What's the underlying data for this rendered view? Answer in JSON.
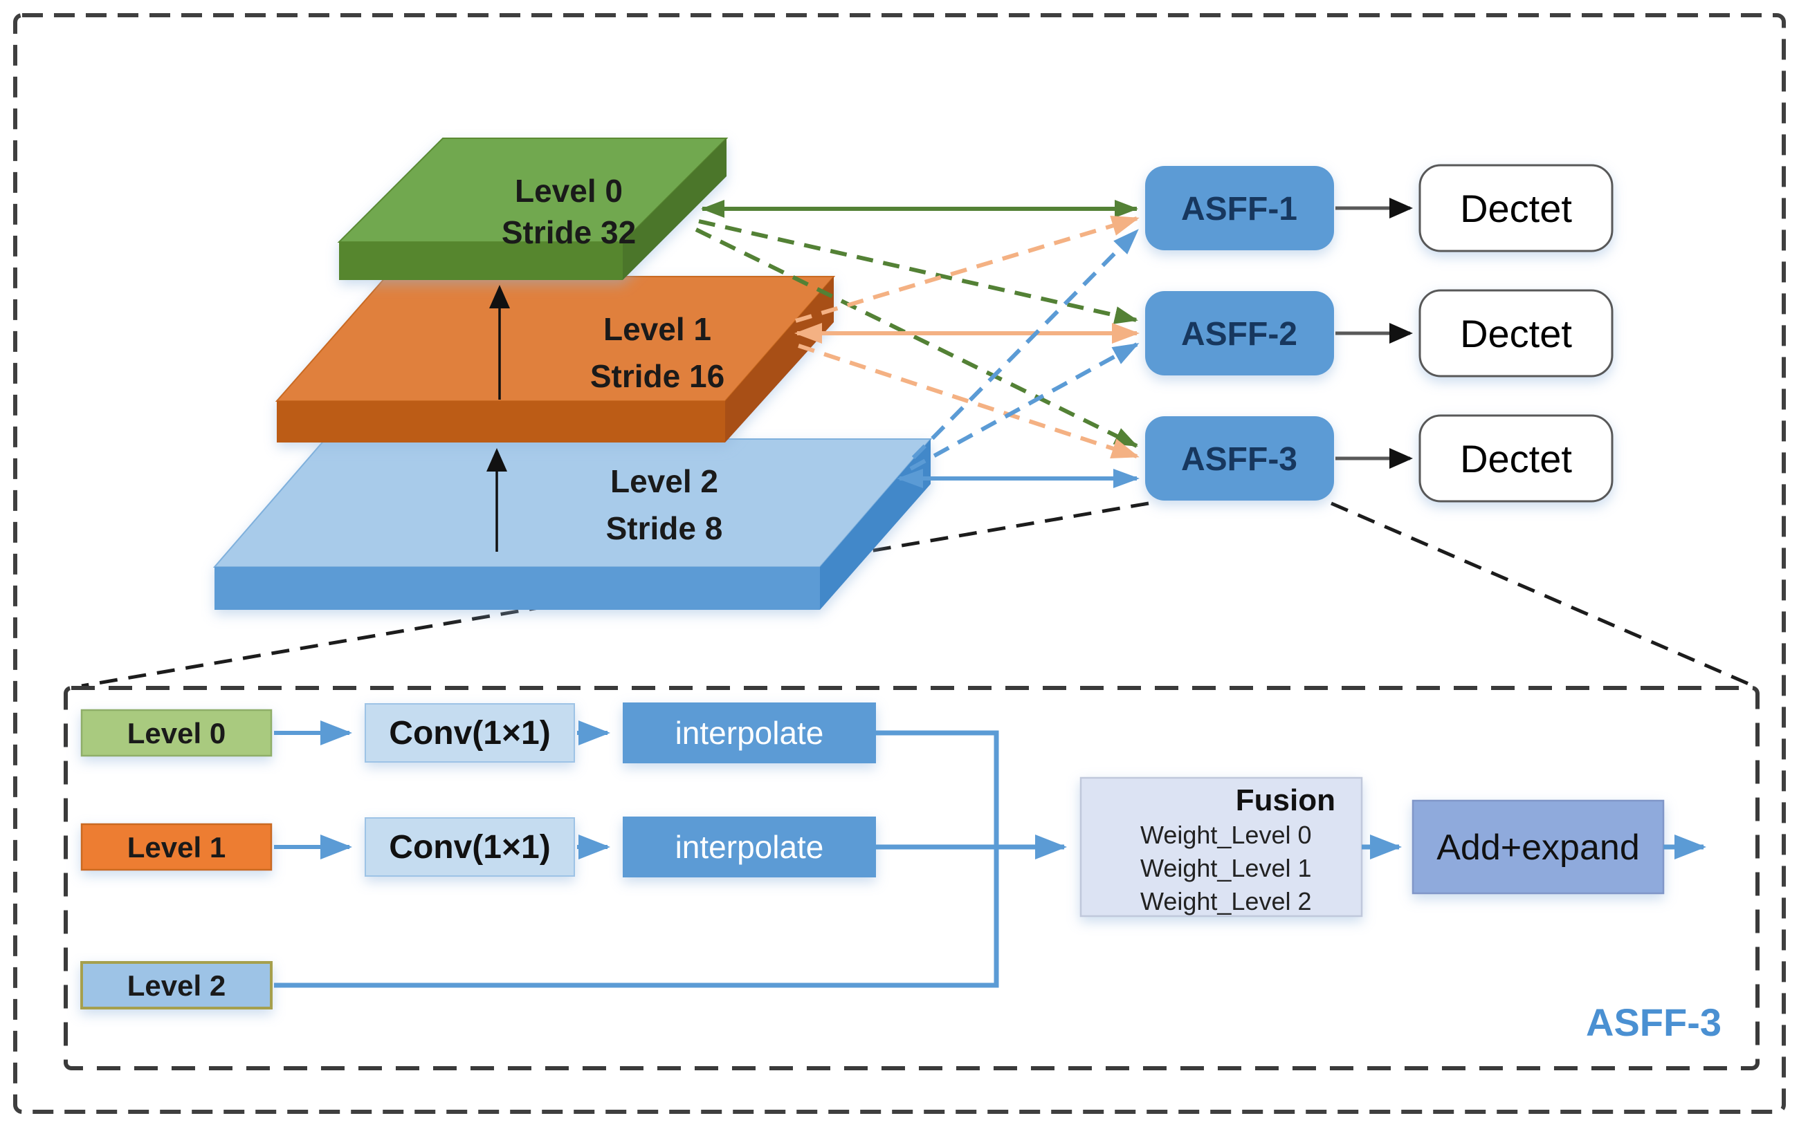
{
  "pyramid": {
    "levels": [
      {
        "label": "Level 0",
        "stride": "Stride 32",
        "color": "#71A850"
      },
      {
        "label": "Level 1",
        "stride": "Stride 16",
        "color": "#E0803C"
      },
      {
        "label": "Level 2",
        "stride": "Stride 8",
        "color": "#A8CBEA"
      }
    ]
  },
  "asff": {
    "items": [
      {
        "label": "ASFF-1"
      },
      {
        "label": "ASFF-2"
      },
      {
        "label": "ASFF-3"
      }
    ],
    "box_color": "#5B9BD5"
  },
  "detect": {
    "items": [
      "Dectet",
      "Dectet",
      "Dectet"
    ]
  },
  "panel": {
    "rows": [
      {
        "level": "Level 0",
        "conv": "Conv(1×1)",
        "interp": "interpolate"
      },
      {
        "level": "Level 1",
        "conv": "Conv(1×1)",
        "interp": "interpolate"
      },
      {
        "level": "Level 2"
      }
    ],
    "fusion": {
      "title": "Fusion",
      "weights": [
        "Weight_Level 0",
        "Weight_Level 1",
        "Weight_Level 2"
      ]
    },
    "add_label": "Add+expand",
    "corner_label": "ASFF-3"
  },
  "colors": {
    "green_line": "#538135",
    "peach_line": "#F4B183",
    "blue_line": "#5B9BD5",
    "green_top": "#71A850",
    "green_front": "#57862F",
    "green_side": "#4B762A",
    "orange_top": "#E0803C",
    "orange_front": "#BC5B17",
    "orange_side": "#A84F12",
    "blue_top": "#A8CBEA",
    "blue_front": "#5B9BD5",
    "blue_side": "#4288C9",
    "fusion_fill": "#DCE3F3",
    "add_fill": "#8FAADC",
    "conv_fill": "#C5DCF0",
    "accent": "#4A90D2"
  }
}
